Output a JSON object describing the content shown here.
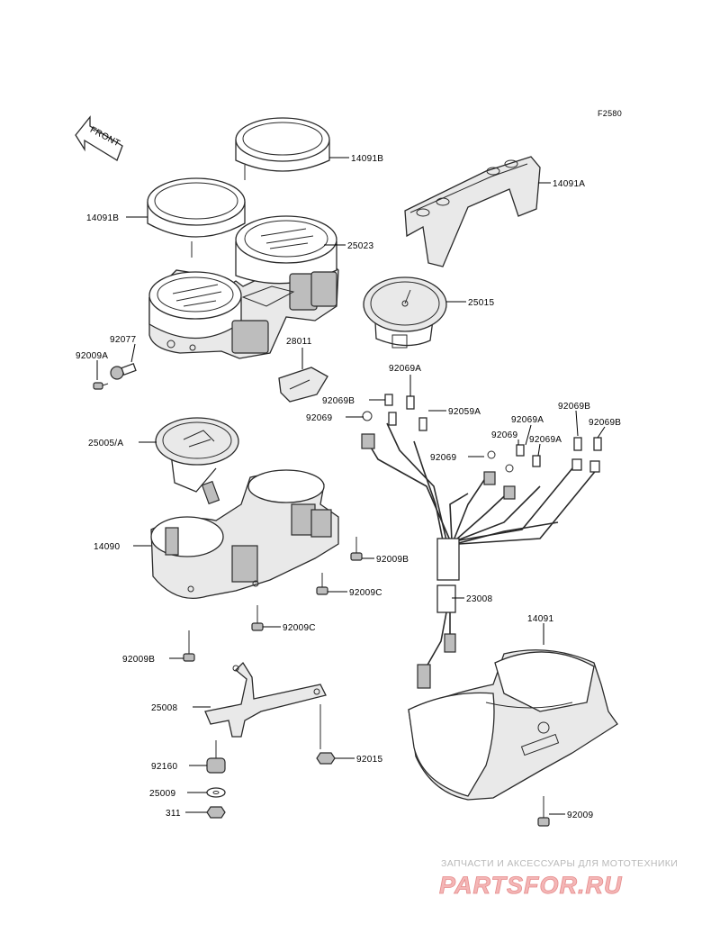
{
  "figure_code": "F2580",
  "front_arrow_text": "FRONT",
  "labels": {
    "p14091B_top": "14091B",
    "p14091B_left": "14091B",
    "p14091A": "14091A",
    "p25023": "25023",
    "p25015": "25015",
    "p92077": "92077",
    "p92009A": "92009A",
    "p28011": "28011",
    "p92069A_top": "92069A",
    "p92069B_left": "92069B",
    "p92059A": "92059A",
    "p92069_left": "92069",
    "p92069A_mid": "92069A",
    "p92069B_right1": "92069B",
    "p92069B_right2": "92069B",
    "p92069_mid": "92069",
    "p92069_small": "92069",
    "p92069A_low": "92069A",
    "p25005A": "25005/A",
    "p14090": "14090",
    "p92009B_right": "92009B",
    "p92009C_right": "92009C",
    "p92009C_low": "92009C",
    "p92009B_low": "92009B",
    "p23008": "23008",
    "p14091": "14091",
    "p25008": "25008",
    "p92160": "92160",
    "p92015": "92015",
    "p25009": "25009",
    "p311": "311",
    "p92009": "92009"
  },
  "watermark": {
    "tagline": "ЗАПЧАСТИ И АКСЕССУАРЫ ДЛЯ МОТОТЕХНИКИ",
    "brand": "PARTSFOR.RU"
  }
}
